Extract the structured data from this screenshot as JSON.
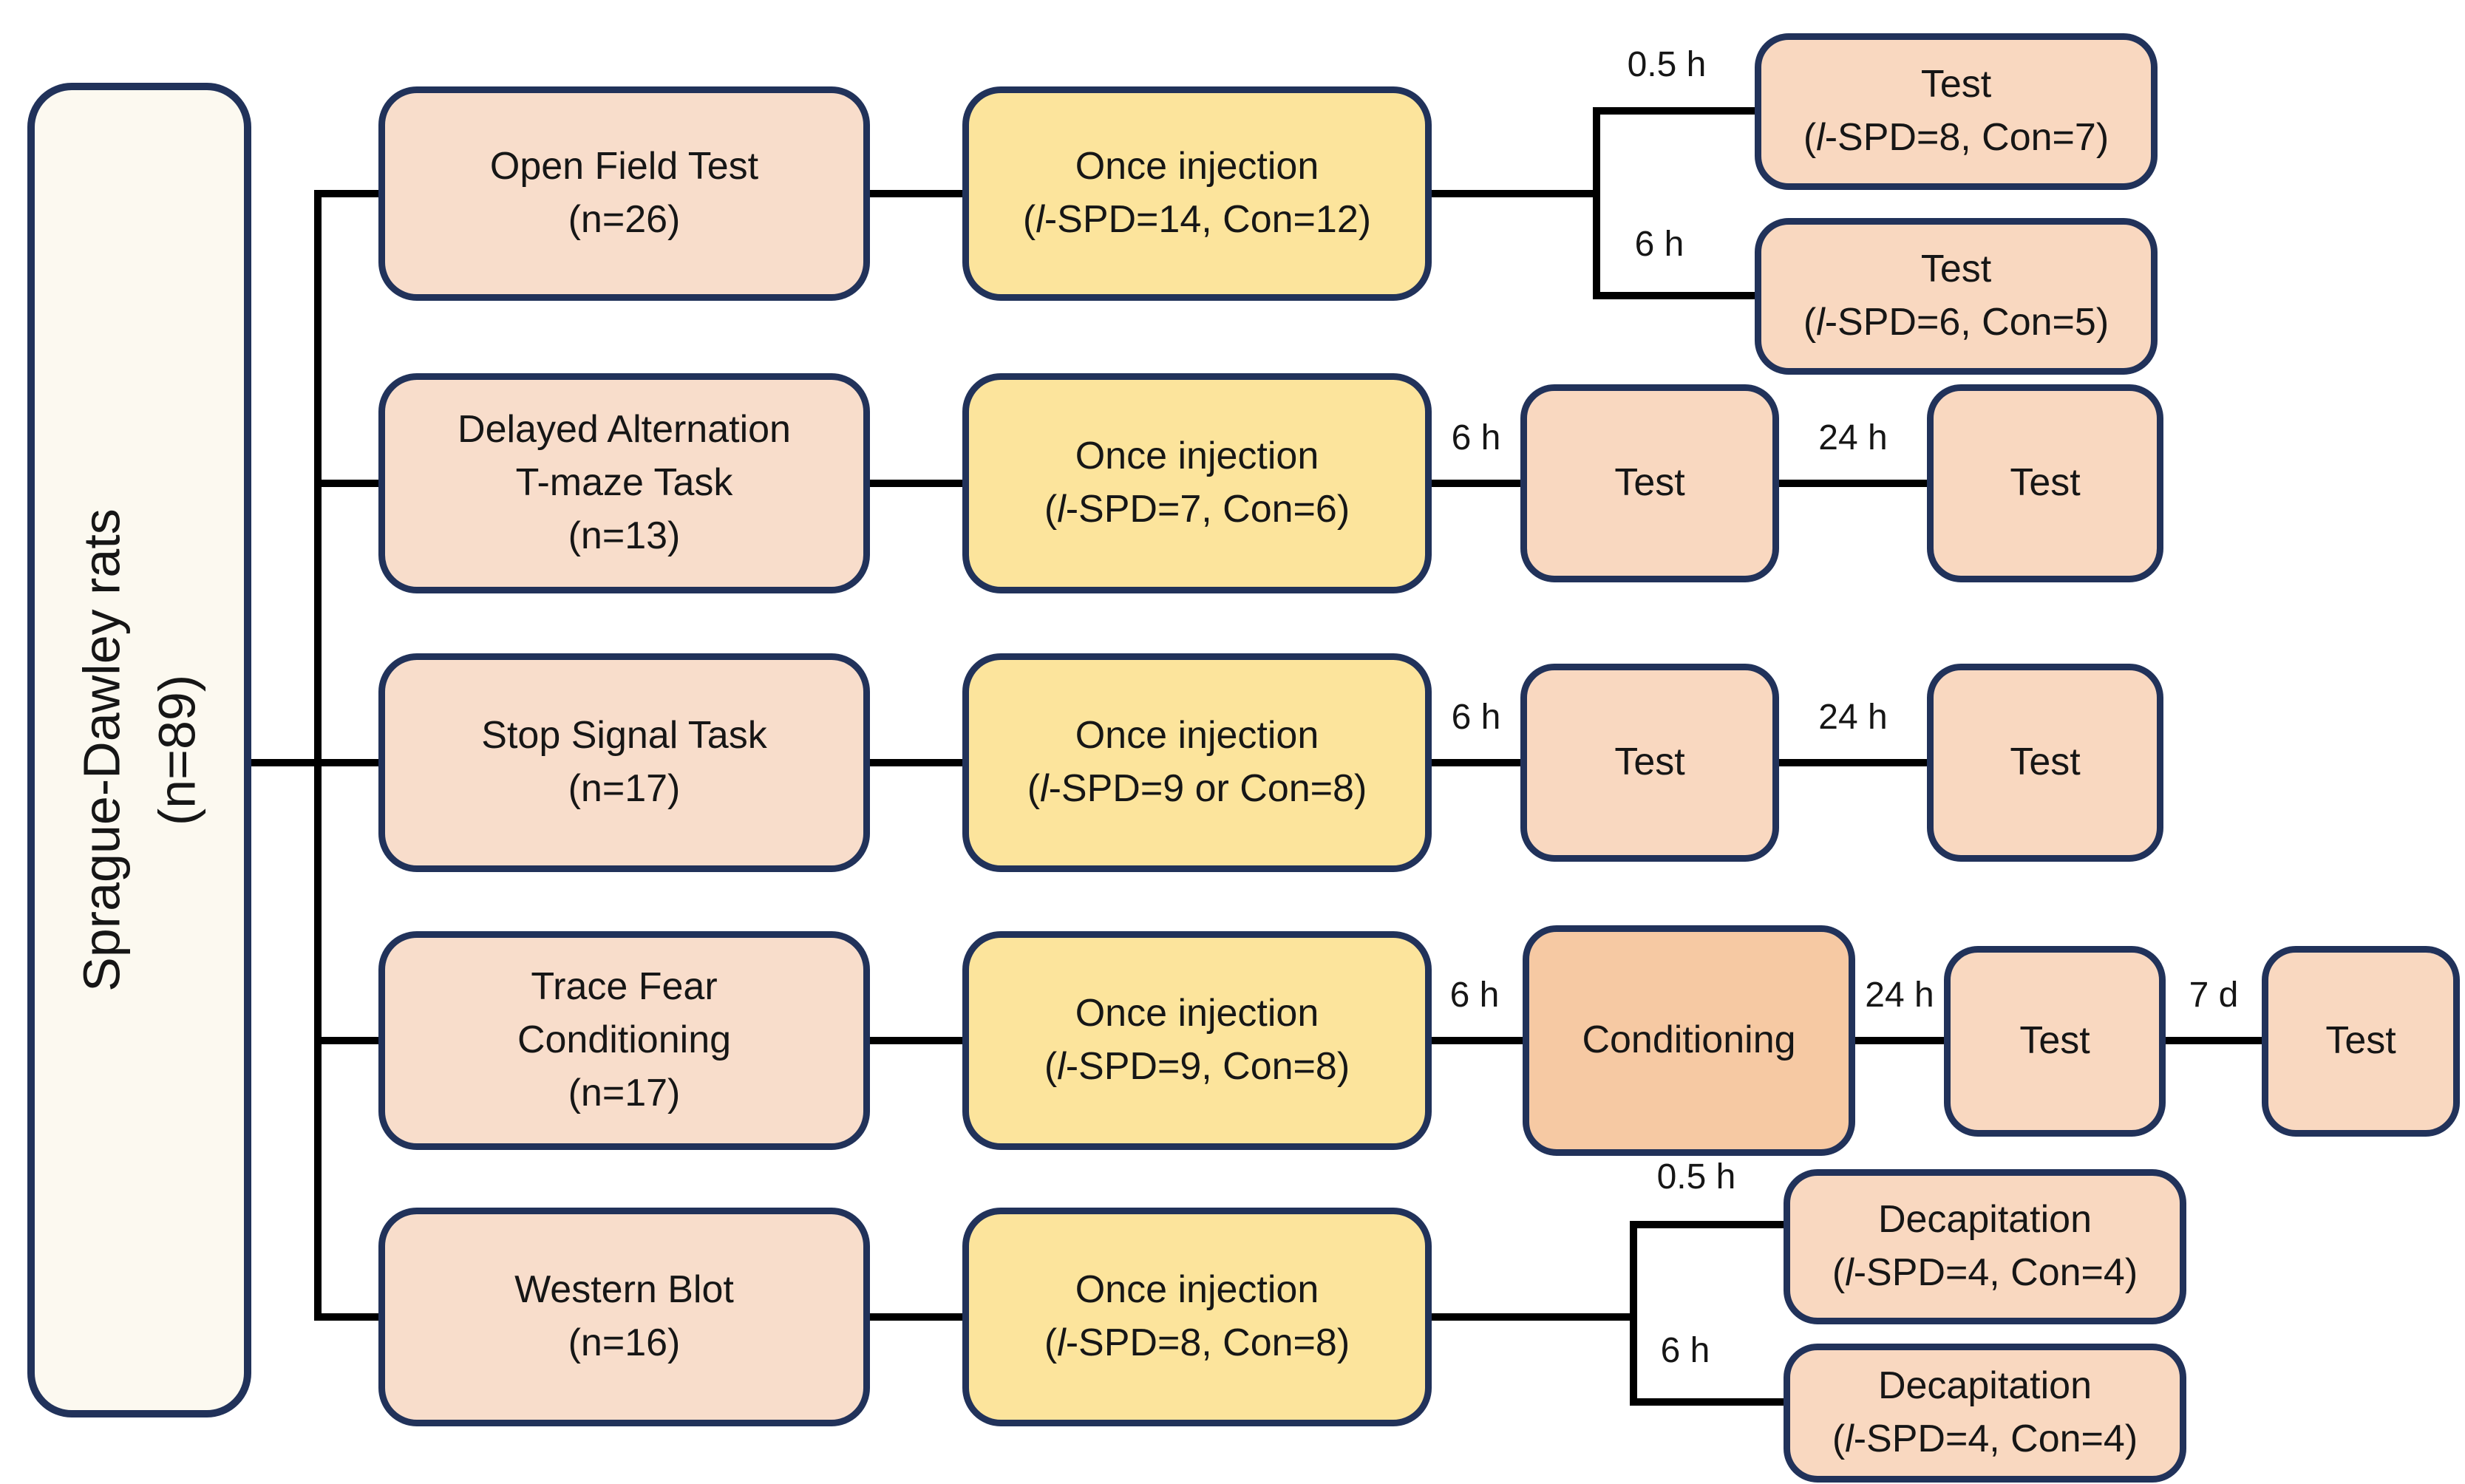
{
  "root": {
    "line1": "Sprague-Dawley rats",
    "line2": "(n=89)"
  },
  "rows": [
    {
      "task": [
        "Open Field Test",
        "(n=26)"
      ],
      "injection": {
        "line1": "Once injection",
        "paren": "(",
        "l": "l",
        "rest": "-SPD=14, Con=12)"
      },
      "branch": {
        "top_label": "0.5 h",
        "bottom_label": "6 h",
        "top": {
          "title": "Test",
          "paren": "(",
          "l": "l",
          "rest": "-SPD=8, Con=7)"
        },
        "bottom": {
          "title": "Test",
          "paren": "(",
          "l": "l",
          "rest": "-SPD=6, Con=5)"
        }
      }
    },
    {
      "task": [
        "Delayed Alternation",
        "T-maze Task",
        "(n=13)"
      ],
      "injection": {
        "line1": "Once injection",
        "paren": "(",
        "l": "l",
        "rest": "-SPD=7, Con=6)"
      },
      "steps": [
        {
          "label": "6 h",
          "box": "Test"
        },
        {
          "label": "24 h",
          "box": "Test"
        }
      ]
    },
    {
      "task": [
        "Stop Signal Task",
        "(n=17)"
      ],
      "injection": {
        "line1": "Once injection",
        "paren": "(",
        "l": "l",
        "rest": "-SPD=9 or Con=8)"
      },
      "steps": [
        {
          "label": "6 h",
          "box": "Test"
        },
        {
          "label": "24 h",
          "box": "Test"
        }
      ]
    },
    {
      "task": [
        "Trace Fear",
        "Conditioning",
        "(n=17)"
      ],
      "injection": {
        "line1": "Once injection",
        "paren": "(",
        "l": "l",
        "rest": "-SPD=9, Con=8)"
      },
      "steps": [
        {
          "label": "6 h",
          "box": "Conditioning"
        },
        {
          "label": "24 h",
          "box": "Test"
        },
        {
          "label": "7 d",
          "box": "Test"
        }
      ]
    },
    {
      "task": [
        "Western Blot",
        "(n=16)"
      ],
      "injection": {
        "line1": "Once injection",
        "paren": "(",
        "l": "l",
        "rest": "-SPD=8, Con=8)"
      },
      "branch": {
        "top_label": "0.5 h",
        "bottom_label": "6 h",
        "top": {
          "title": "Decapitation",
          "paren": "(",
          "l": "l",
          "rest": "-SPD=4, Con=4)"
        },
        "bottom": {
          "title": "Decapitation",
          "paren": "(",
          "l": "l",
          "rest": "-SPD=4, Con=4)"
        }
      }
    }
  ],
  "colors": {
    "task_fill": "#f8ddcb",
    "injection_fill": "#fce49c",
    "event_fill": "#f9d8c0",
    "conditioning_fill": "#f6c9a3",
    "root_fill": "#fcf9f0",
    "border_navy": "#21325a",
    "connector_black": "#000000"
  }
}
